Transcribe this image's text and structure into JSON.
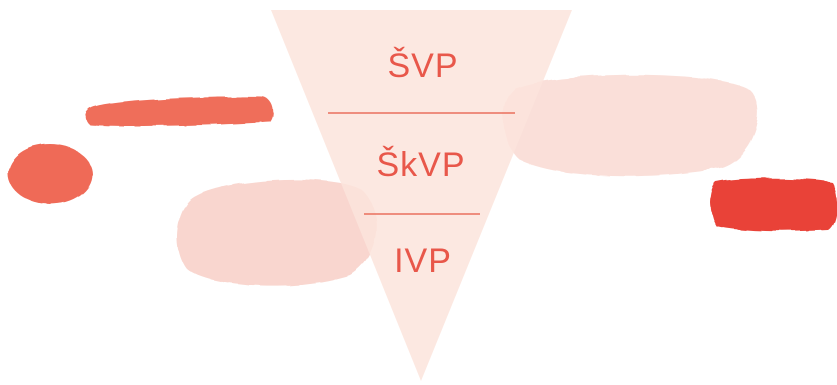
{
  "funnel": {
    "levels": [
      {
        "label": "ŠVP"
      },
      {
        "label": "ŠkVP"
      },
      {
        "label": "IVP"
      }
    ]
  },
  "colors": {
    "funnel_fill": "#fbe4dc",
    "divider": "#ea6f5d",
    "label": "#e8574a",
    "blob_strong": "#ee5e4a",
    "blob_deep": "#e8392e",
    "blob_light": "#f9d2c9"
  }
}
